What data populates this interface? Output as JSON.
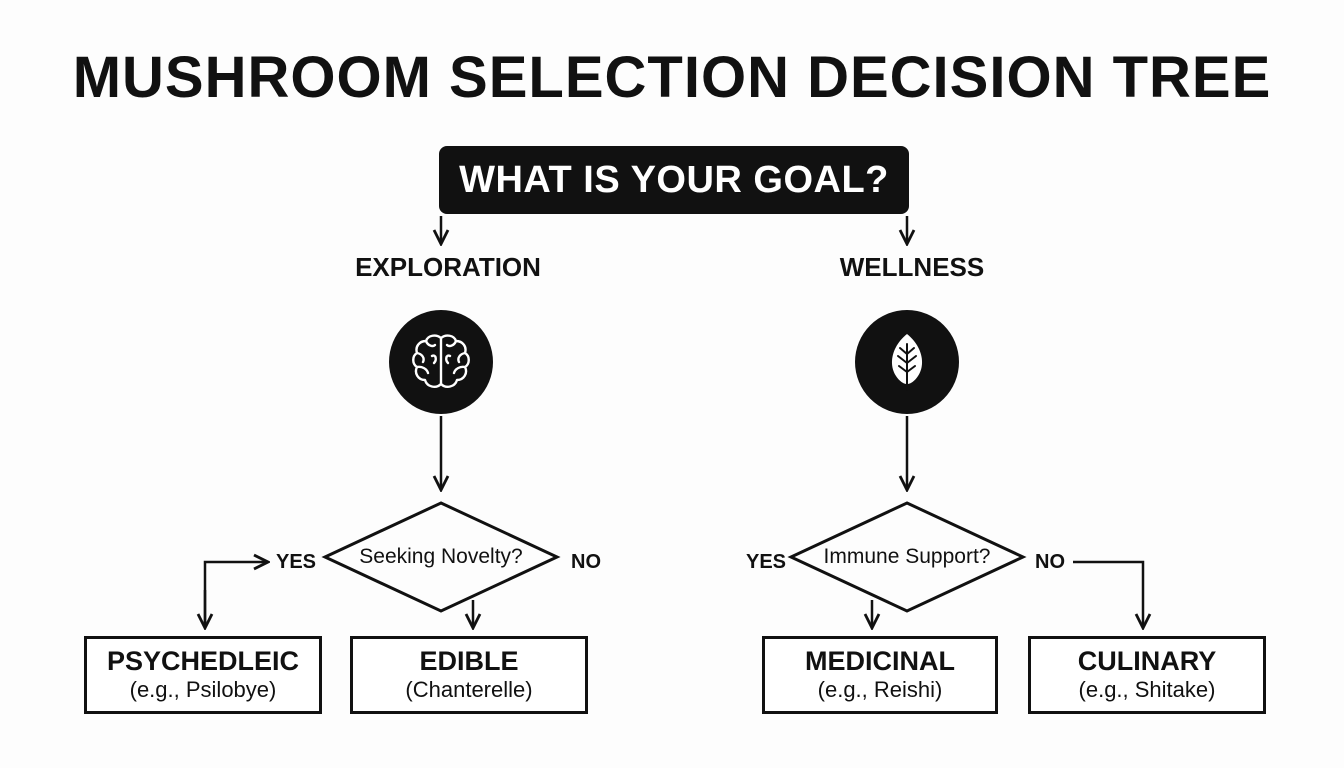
{
  "title": "MUSHROOM SELECTION DECISION TREE",
  "question": "WHAT IS YOUR GOAL?",
  "branches": {
    "left": {
      "label": "EXPLORATION",
      "icon": "brain-icon",
      "decision": "Seeking Novelty?",
      "yes_label": "YES",
      "no_label": "NO",
      "yes_outcome": {
        "name": "PSYCHEDLEIC",
        "example": "(e.g., Psilobye)"
      },
      "no_outcome": {
        "name": "EDIBLE",
        "example": "(Chanterelle)"
      }
    },
    "right": {
      "label": "WELLNESS",
      "icon": "leaf-icon",
      "decision": "Immune Support?",
      "yes_label": "YES",
      "no_label": "NO",
      "yes_outcome": {
        "name": "MEDICINAL",
        "example": "(e.g., Reishi)"
      },
      "no_outcome": {
        "name": "CULINARY",
        "example": "(e.g., Shitake)"
      }
    }
  },
  "colors": {
    "ink": "#111111",
    "background": "#fdfdfd"
  }
}
